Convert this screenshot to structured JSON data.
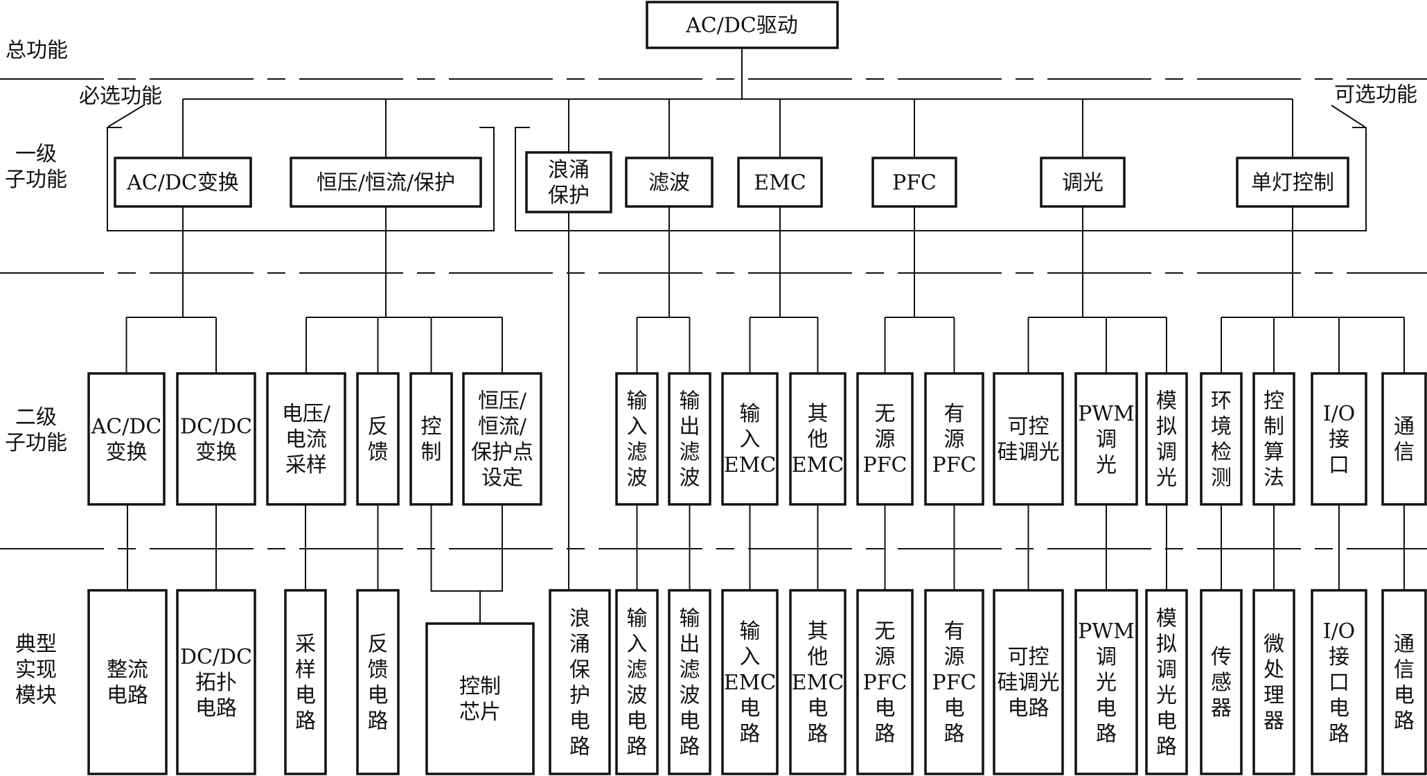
{
  "levels": {
    "total": "总功能",
    "first": "一级\n子功能",
    "second": "二级\n子功能",
    "typical": "典型\n实现\n模块"
  },
  "group_labels": {
    "required": "必选功能",
    "optional": "可选功能"
  },
  "root": "AC/DC驱动",
  "level1": [
    {
      "id": "acdc",
      "label": "AC/DC变换"
    },
    {
      "id": "cvcc",
      "label": "恒压/恒流/保护"
    },
    {
      "id": "surge",
      "label": "浪涌\n保护"
    },
    {
      "id": "filter",
      "label": "滤波"
    },
    {
      "id": "emc",
      "label": "EMC"
    },
    {
      "id": "pfc",
      "label": "PFC"
    },
    {
      "id": "dim",
      "label": "调光"
    },
    {
      "id": "single",
      "label": "单灯控制"
    }
  ],
  "level2": [
    {
      "label": "AC/DC\n变换",
      "parent": "acdc"
    },
    {
      "label": "DC/DC\n变换",
      "parent": "acdc"
    },
    {
      "label": "电压/\n电流\n采样",
      "parent": "cvcc"
    },
    {
      "label": "反\n馈",
      "parent": "cvcc"
    },
    {
      "label": "控\n制",
      "parent": "cvcc"
    },
    {
      "label": "恒压/\n恒流/\n保护点\n设定",
      "parent": "cvcc"
    },
    {
      "label": "输\n入\n滤\n波",
      "parent": "filter"
    },
    {
      "label": "输\n出\n滤\n波",
      "parent": "filter"
    },
    {
      "label": "输\n入\nEMC",
      "parent": "emc"
    },
    {
      "label": "其\n他\nEMC",
      "parent": "emc"
    },
    {
      "label": "无\n源\nPFC",
      "parent": "pfc"
    },
    {
      "label": "有\n源\nPFC",
      "parent": "pfc"
    },
    {
      "label": "可控\n硅调光",
      "parent": "dim"
    },
    {
      "label": "PWM\n调\n光",
      "parent": "dim"
    },
    {
      "label": "模\n拟\n调\n光",
      "parent": "dim"
    },
    {
      "label": "环\n境\n检\n测",
      "parent": "single"
    },
    {
      "label": "控\n制\n算\n法",
      "parent": "single"
    },
    {
      "label": "I/O\n接\n口",
      "parent": "single"
    },
    {
      "label": "通\n信",
      "parent": "single"
    }
  ],
  "modules": [
    "整流\n电路",
    "DC/DC\n拓扑\n电路",
    "采\n样\n电\n路",
    "反\n馈\n电\n路",
    "控制\n芯片",
    "浪\n涌\n保\n护\n电\n路",
    "输\n入\n滤\n波\n电\n路",
    "输\n出\n滤\n波\n电\n路",
    "输\n入\nEMC\n电\n路",
    "其\n他\nEMC\n电\n路",
    "无\n源\nPFC\n电\n路",
    "有\n源\nPFC\n电\n路",
    "可控\n硅调光\n电路",
    "PWM\n调\n光\n电\n路",
    "模\n拟\n调\n光\n电\n路",
    "传\n感\n器",
    "微\n处\n理\n器",
    "I/O\n接\n口\n电\n路",
    "通\n信\n电\n路"
  ]
}
